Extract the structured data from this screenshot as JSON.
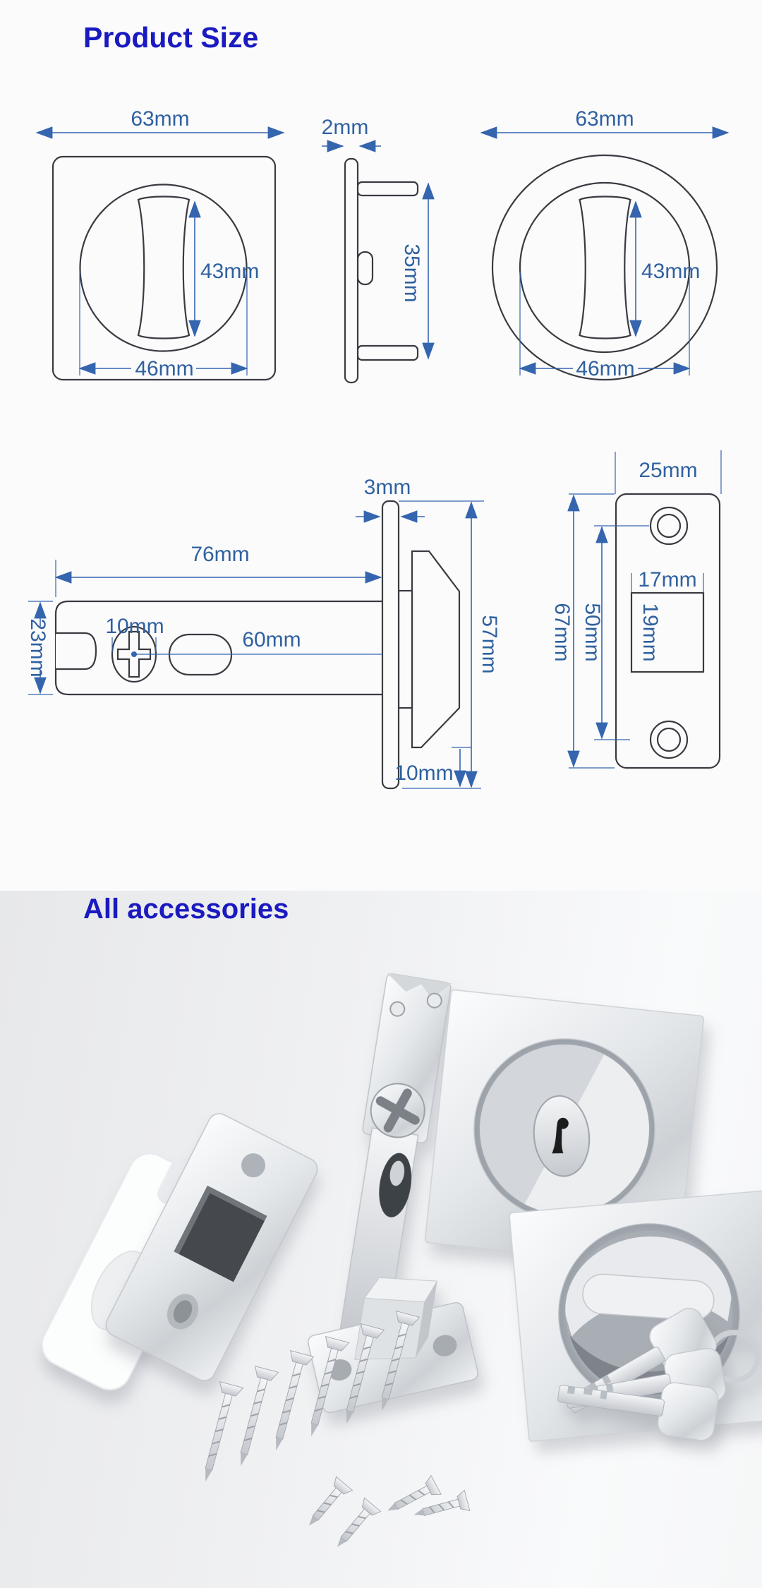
{
  "colors": {
    "heading_blue": "#1a1ac0",
    "dimension_blue": "#3465ae",
    "outline_dark": "#3a3b41",
    "photo_bg_left": "#e7e8ea",
    "photo_bg_right": "#f9fafb"
  },
  "sections": {
    "product_size": {
      "title": "Product Size",
      "diagrams": {
        "square_escutcheon_front": {
          "width": "63mm",
          "knob_height": "43mm",
          "recess_width": "46mm"
        },
        "escutcheon_side": {
          "thickness": "2mm",
          "height": "35mm"
        },
        "round_escutcheon_front": {
          "width": "63mm",
          "knob_height": "43mm",
          "recess_width": "46mm"
        },
        "latch_side": {
          "length": "76mm",
          "hole_diameter": "10mm",
          "body_height": "23mm",
          "backset": "60mm",
          "faceplate_thickness": "3mm",
          "faceplate_height": "57mm",
          "bolt_to_edge": "10mm"
        },
        "strike_plate": {
          "width": "25mm",
          "height": "67mm",
          "screw_spacing": "50mm",
          "hole_width": "17mm",
          "hole_height": "19mm"
        }
      }
    },
    "accessories": {
      "title": "All accessories",
      "items": [
        "white mounting gasket",
        "strike plate",
        "latch bolt mechanism",
        "square escutcheon with key cylinder",
        "square escutcheon with thumb turn",
        "six long mounting screws",
        "four short screws",
        "three keys on key ring"
      ]
    }
  }
}
